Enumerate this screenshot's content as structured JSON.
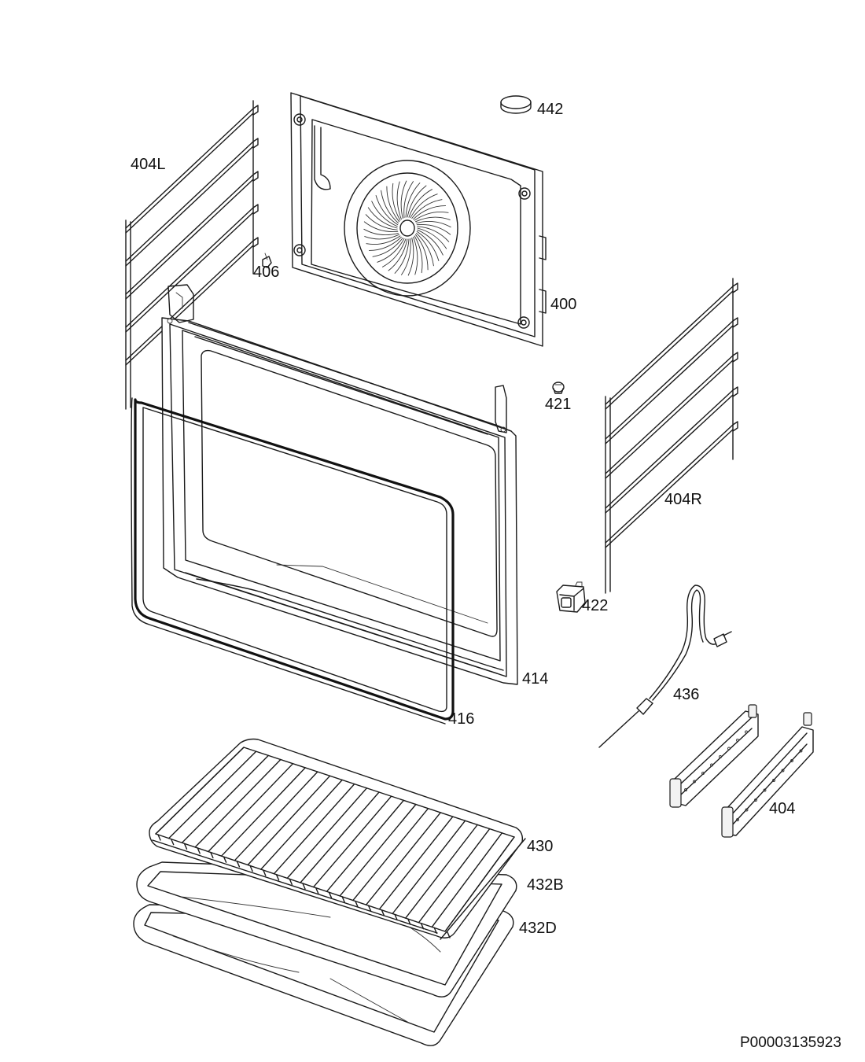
{
  "diagram": {
    "part_labels": {
      "p442": "442",
      "p404L": "404L",
      "p406": "406",
      "p400": "400",
      "p421": "421",
      "p404R": "404R",
      "p422": "422",
      "p414": "414",
      "p416": "416",
      "p436": "436",
      "p404": "404",
      "p430": "430",
      "p432B": "432B",
      "p432D": "432D"
    },
    "drawing_code": "P00003135923"
  }
}
